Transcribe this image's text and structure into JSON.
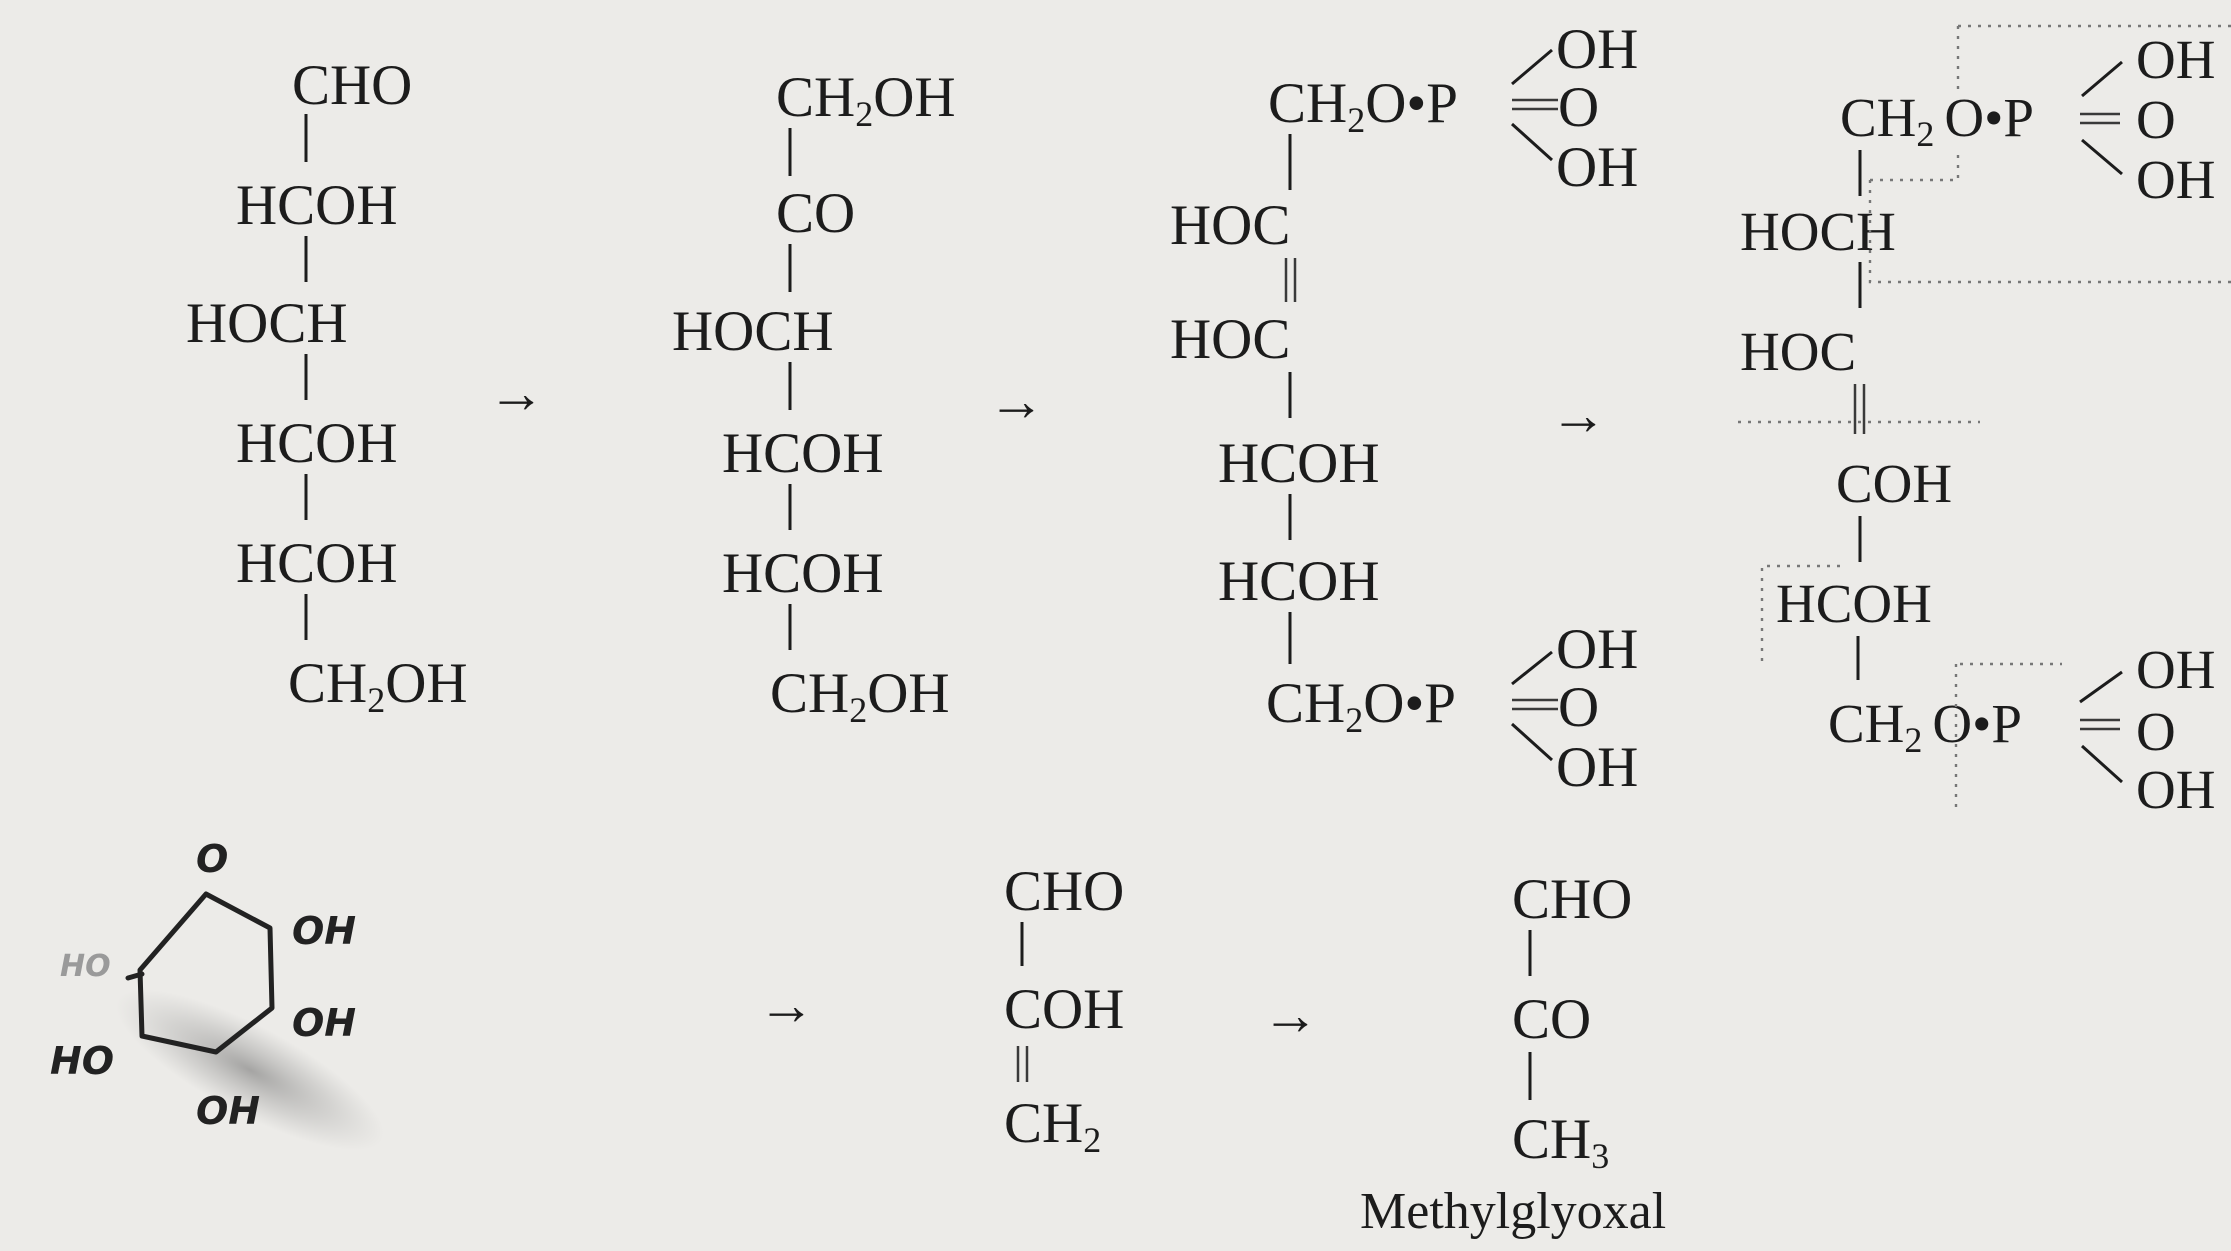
{
  "structures": {
    "s1": {
      "top": "CHO",
      "c2": "HCOH",
      "c3": "HOCH",
      "c4": "HCOH",
      "c5": "HCOH",
      "c6_a": "CH",
      "c6_sub": "2",
      "c6_b": "OH"
    },
    "s2": {
      "top_a": "CH",
      "top_sub": "2",
      "top_b": "OH",
      "c2": "CO",
      "c3": "HOCH",
      "c4": "HCOH",
      "c5": "HCOH",
      "c6_a": "CH",
      "c6_sub": "2",
      "c6_b": "OH"
    },
    "s3": {
      "top_a": "CH",
      "top_sub": "2",
      "top_b": "O•P",
      "p_top": "OH",
      "p_mid": "O",
      "p_bot": "OH",
      "c2": "HOC",
      "c3": "HOC",
      "c4": "HCOH",
      "c5": "HCOH",
      "bot_a": "CH",
      "bot_sub": "2",
      "bot_b": "O•P",
      "bp_top": "OH",
      "bp_mid": "O",
      "bp_bot": "OH"
    },
    "s4": {
      "top_a": "CH",
      "top_sub": "2",
      "top_b": "O•P",
      "p_top": "OH",
      "p_mid": "O",
      "p_bot": "OH",
      "c2": "HOCH",
      "c3": "HOC",
      "c4": "COH",
      "c5": "HCOH",
      "bot_a": "CH",
      "bot_sub": "2",
      "bot_b": "O•P",
      "bp_top": "OH",
      "bp_mid": "O",
      "bp_bot": "OH"
    },
    "s5": {
      "top": "CHO",
      "mid": "COH",
      "bot_a": "CH",
      "bot_sub": "2"
    },
    "s6": {
      "top": "CHO",
      "mid": "CO",
      "bot_a": "CH",
      "bot_sub": "3",
      "caption": "Methylglyoxal"
    }
  },
  "arrows": [
    "→",
    "→",
    "→",
    "→",
    "→"
  ],
  "sketch": {
    "ring_o": "O",
    "oh_right_top": "OH",
    "oh_right_mid": "OH",
    "oh_bottom": "OH",
    "ho_left": "HO",
    "faint_left": "HO"
  }
}
